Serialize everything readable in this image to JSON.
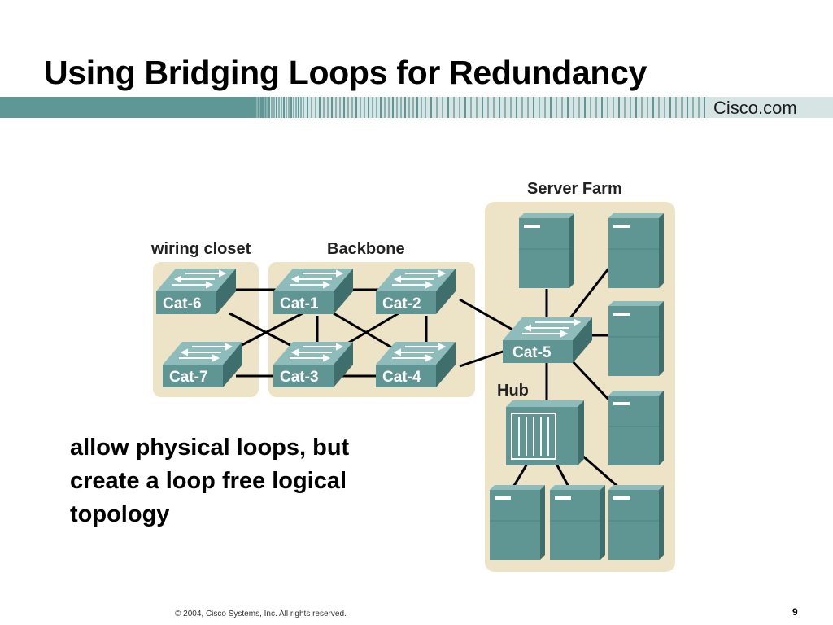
{
  "slide": {
    "title": "Using Bridging Loops for Redundancy",
    "brand": "Cisco.com",
    "caption_lines": [
      "allow physical loops, but",
      "create a loop free logical",
      "topology"
    ],
    "footer": "© 2004, Cisco Systems, Inc. All rights reserved.",
    "page_number": "9"
  },
  "diagram": {
    "groups": {
      "wiring_closet": "wiring closet",
      "backbone": "Backbone",
      "server_farm": "Server Farm",
      "hub": "Hub"
    },
    "switches": {
      "cat6": "Cat-6",
      "cat1": "Cat-1",
      "cat2": "Cat-2",
      "cat7": "Cat-7",
      "cat3": "Cat-3",
      "cat4": "Cat-4",
      "cat5": "Cat-5"
    },
    "colors": {
      "device": "#5f9593",
      "device_top": "#8dbcbb",
      "device_side": "#3f6f6d",
      "panel": "#ede3c6",
      "link": "#000000",
      "header_bar": "#5f9696"
    }
  }
}
